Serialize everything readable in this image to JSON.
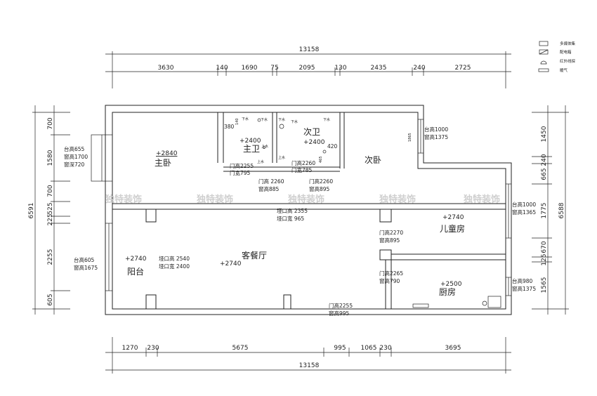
{
  "dimensions": {
    "top_total": "13158",
    "top_segments": [
      "3630",
      "140",
      "1690",
      "75",
      "2095",
      "130",
      "2435",
      "240",
      "2725"
    ],
    "bottom_segments": [
      "1270",
      "230",
      "5675",
      "995",
      "1065",
      "230",
      "3695"
    ],
    "bottom_total": "13158",
    "left_total": "6591",
    "left_segments": [
      "700",
      "1580",
      "700",
      "525",
      "225",
      "2255",
      "605"
    ],
    "right_total": "6588",
    "right_segments": [
      "1450",
      "240",
      "665",
      "1775",
      "670",
      "125",
      "1565"
    ]
  },
  "rooms": {
    "master_bedroom": "主卧",
    "master_bath": "主卫",
    "second_bath": "次卫",
    "second_bedroom": "次卧",
    "kids_room": "儿童房",
    "living_dining": "客餐厅",
    "balcony": "阳台",
    "kitchen": "厨房"
  },
  "elevations": {
    "master_bedroom": "+2840",
    "master_bath": "+2400",
    "second_bath": "+2400",
    "kids_room": "+2740",
    "balcony": "+2740",
    "living_dining": "+2740",
    "kitchen": "+2500"
  },
  "annotations": {
    "master_window": [
      "台高655",
      "窗高1700",
      "窗深720"
    ],
    "master_bath_door": [
      "门高2255",
      "门宽795"
    ],
    "second_bath_door": [
      "门高2260",
      "门宽785"
    ],
    "master_door": [
      "门高  2260",
      "窗高885"
    ],
    "second_door": [
      "门高2260",
      "窗高895"
    ],
    "passage": [
      "垭口高  2355",
      "垭口宽  965"
    ],
    "second_window": [
      "台高1000",
      "窗高1375"
    ],
    "kids_window": [
      "台高1000",
      "窗高1365"
    ],
    "kids_door": [
      "门高2270",
      "窗高895"
    ],
    "kitchen_door": [
      "门高2265",
      "窗高790"
    ],
    "kitchen_window": [
      "台高980",
      "窗高1375"
    ],
    "balcony_window": [
      "台高605",
      "窗高1675"
    ],
    "balcony_opening": [
      "垭口高  2540",
      "垭口宽  2400"
    ],
    "entry_door": [
      "门高2255",
      "窗高995"
    ],
    "bath_small": [
      "380",
      "140",
      "420",
      "465",
      "1865"
    ],
    "drain": "下水",
    "supply": "上水"
  },
  "legend": [
    "多媒体集",
    "配电箱",
    "红外线探",
    "暖气"
  ],
  "watermark": "独特装饰"
}
